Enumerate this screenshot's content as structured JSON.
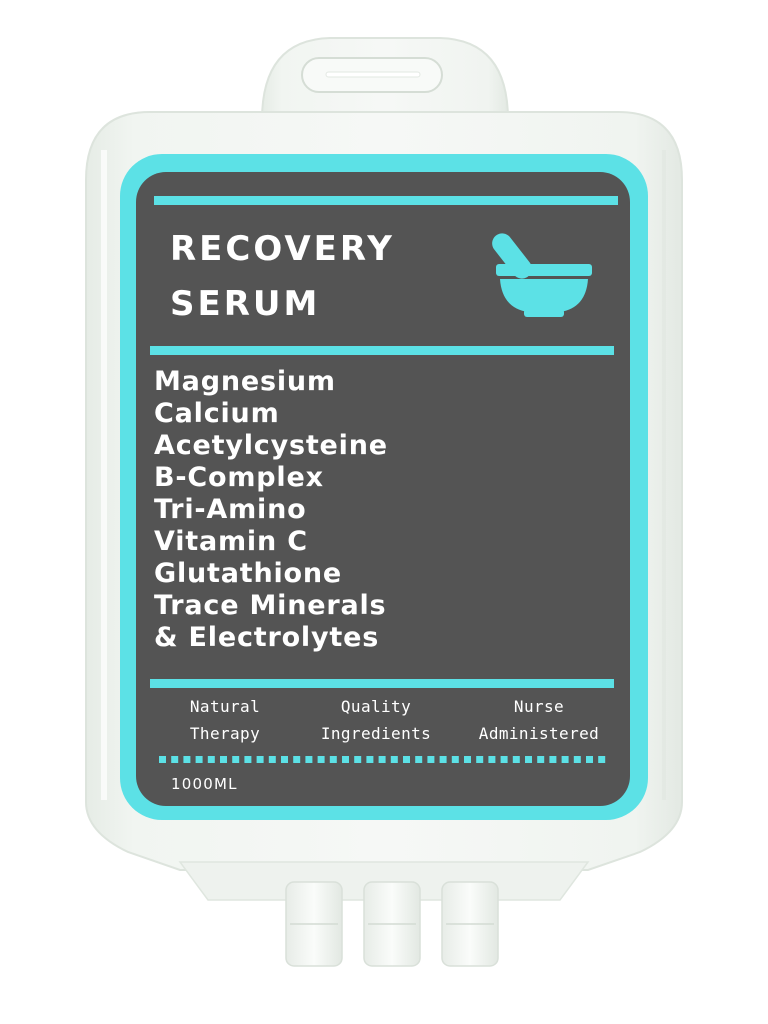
{
  "product": {
    "title_line1": "RECOVERY",
    "title_line2": "SERUM",
    "ingredients": [
      "Magnesium",
      "Calcium",
      "Acetylcysteine",
      "B-Complex",
      "Tri-Amino",
      "Vitamin C",
      "Glutathione",
      "Trace Minerals",
      "& Electrolytes"
    ],
    "features": [
      {
        "line1": "Natural",
        "line2": "Therapy"
      },
      {
        "line1": "Quality",
        "line2": "Ingredients"
      },
      {
        "line1": "Nurse",
        "line2": "Administered"
      }
    ],
    "volume": "1000ML"
  },
  "icons": {
    "label_icon": "mortar-and-pestle-icon"
  },
  "colors": {
    "accent": "#5ce1e6",
    "label_background": "#545454",
    "bag": "#eef3ee",
    "text": "#ffffff"
  }
}
